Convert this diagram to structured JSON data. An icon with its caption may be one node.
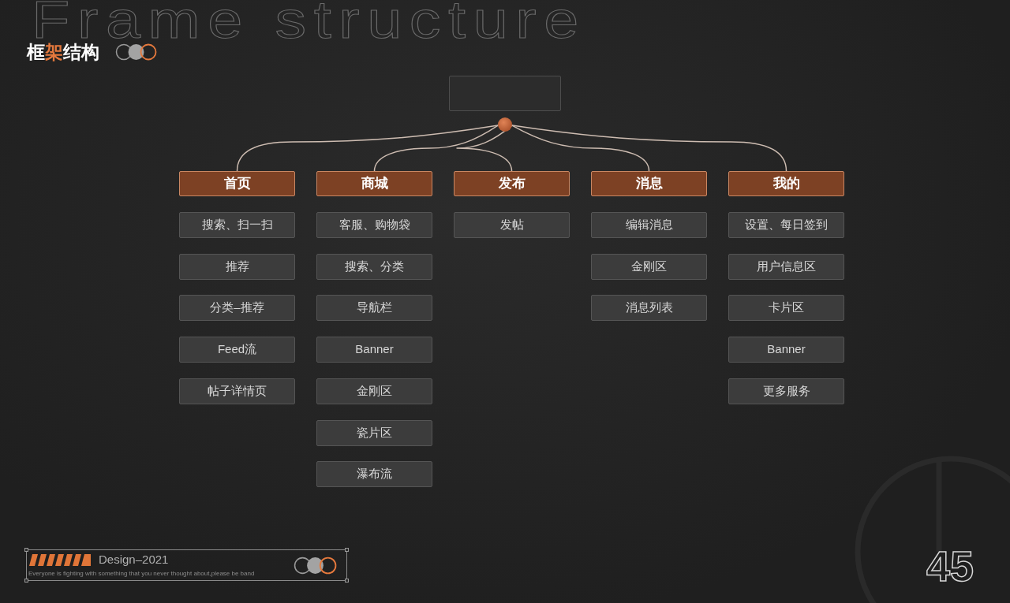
{
  "diagram": {
    "title": "框架结构",
    "nodes": [
      {
        "text": [],
        "shape": "box"
      },
      {
        "text": [],
        "shape": "circle"
      },
      {
        "text": [
          "首页"
        ]
      },
      {
        "text": [
          "商城"
        ]
      },
      {
        "text": [
          "发布"
        ]
      },
      {
        "text": [
          "消息"
        ]
      },
      {
        "text": [
          "我的"
        ]
      },
      {
        "text": [
          "搜索、扫一扫"
        ]
      },
      {
        "text": [
          "推荐"
        ]
      },
      {
        "text": [
          "分类–推荐"
        ]
      },
      {
        "text": [
          "Feed流"
        ]
      },
      {
        "text": [
          "帖子详情页"
        ]
      },
      {
        "text": [
          "客服、购物袋"
        ]
      },
      {
        "text": [
          "搜索、分类"
        ]
      },
      {
        "text": [
          "导航栏"
        ]
      },
      {
        "text": [
          "Banner"
        ]
      },
      {
        "text": [
          "金刚区"
        ]
      },
      {
        "text": [
          "瓷片区"
        ]
      },
      {
        "text": [
          "瀑布流"
        ]
      },
      {
        "text": [
          "发帖"
        ]
      },
      {
        "text": [
          "编辑消息"
        ]
      },
      {
        "text": [
          "金刚区"
        ]
      },
      {
        "text": [
          "消息列表"
        ]
      },
      {
        "text": [
          "设置、每日签到"
        ]
      },
      {
        "text": [
          "用户信息区"
        ]
      },
      {
        "text": [
          "卡片区"
        ]
      },
      {
        "text": [
          "Banner"
        ]
      },
      {
        "text": [
          "更多服务"
        ]
      }
    ],
    "edges": [
      {
        "from": 1,
        "to": 2,
        "arrow": "none"
      },
      {
        "from": 1,
        "to": 3,
        "arrow": "none"
      },
      {
        "from": 1,
        "to": 4,
        "arrow": "none"
      },
      {
        "from": 1,
        "to": 5,
        "arrow": "none"
      },
      {
        "from": 1,
        "to": 6,
        "arrow": "none"
      }
    ],
    "labels": [
      "Frame structure",
      "Design–2021",
      "Everyone is fighting with something that you never thought about,please be band",
      "45"
    ]
  }
}
